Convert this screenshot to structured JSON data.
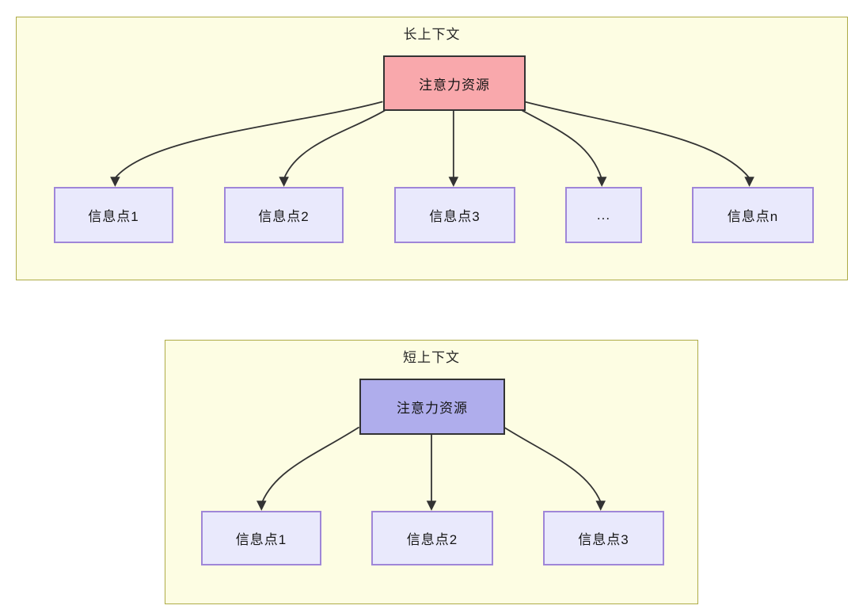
{
  "diagram": {
    "panels": [
      {
        "title": "长上下文",
        "attention_label": "注意力资源",
        "nodes": [
          "信息点1",
          "信息点2",
          "信息点3",
          "...",
          "信息点n"
        ]
      },
      {
        "title": "短上下文",
        "attention_label": "注意力资源",
        "nodes": [
          "信息点1",
          "信息点2",
          "信息点3"
        ]
      }
    ],
    "colors": {
      "panel_background": "#fdfde3",
      "panel_border": "#aeab46",
      "attention_long_fill": "#f9a8ac",
      "attention_short_fill": "#afadec",
      "attention_border": "#333333",
      "node_fill": "#e9e9fc",
      "node_border": "#9f86d8",
      "arrow": "#333333",
      "text": "#161616"
    }
  }
}
